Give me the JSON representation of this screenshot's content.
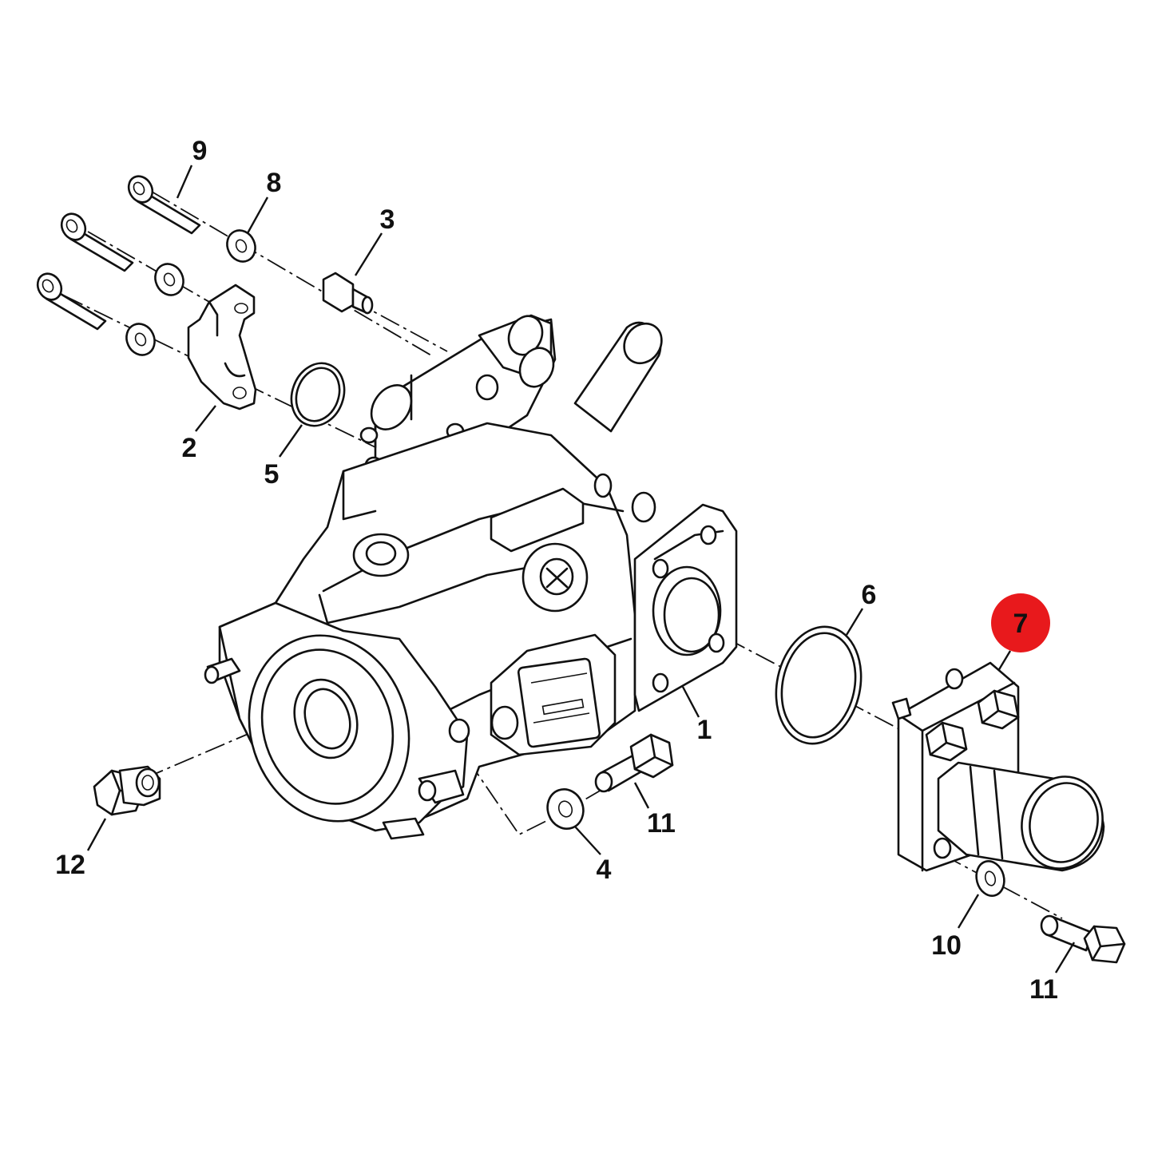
{
  "callouts": [
    {
      "id": "1",
      "label": "1"
    },
    {
      "id": "2",
      "label": "2"
    },
    {
      "id": "3",
      "label": "3"
    },
    {
      "id": "4",
      "label": "4"
    },
    {
      "id": "5",
      "label": "5"
    },
    {
      "id": "6",
      "label": "6"
    },
    {
      "id": "7",
      "label": "7"
    },
    {
      "id": "8",
      "label": "8"
    },
    {
      "id": "9",
      "label": "9"
    },
    {
      "id": "10",
      "label": "10"
    },
    {
      "id": "11a",
      "label": "11"
    },
    {
      "id": "11b",
      "label": "11"
    },
    {
      "id": "12",
      "label": "12"
    }
  ],
  "highlight": {
    "callout": "7",
    "color": "#e8191c",
    "text_color": "#111111"
  },
  "colors": {
    "line": "#111111",
    "background": "#ffffff"
  }
}
